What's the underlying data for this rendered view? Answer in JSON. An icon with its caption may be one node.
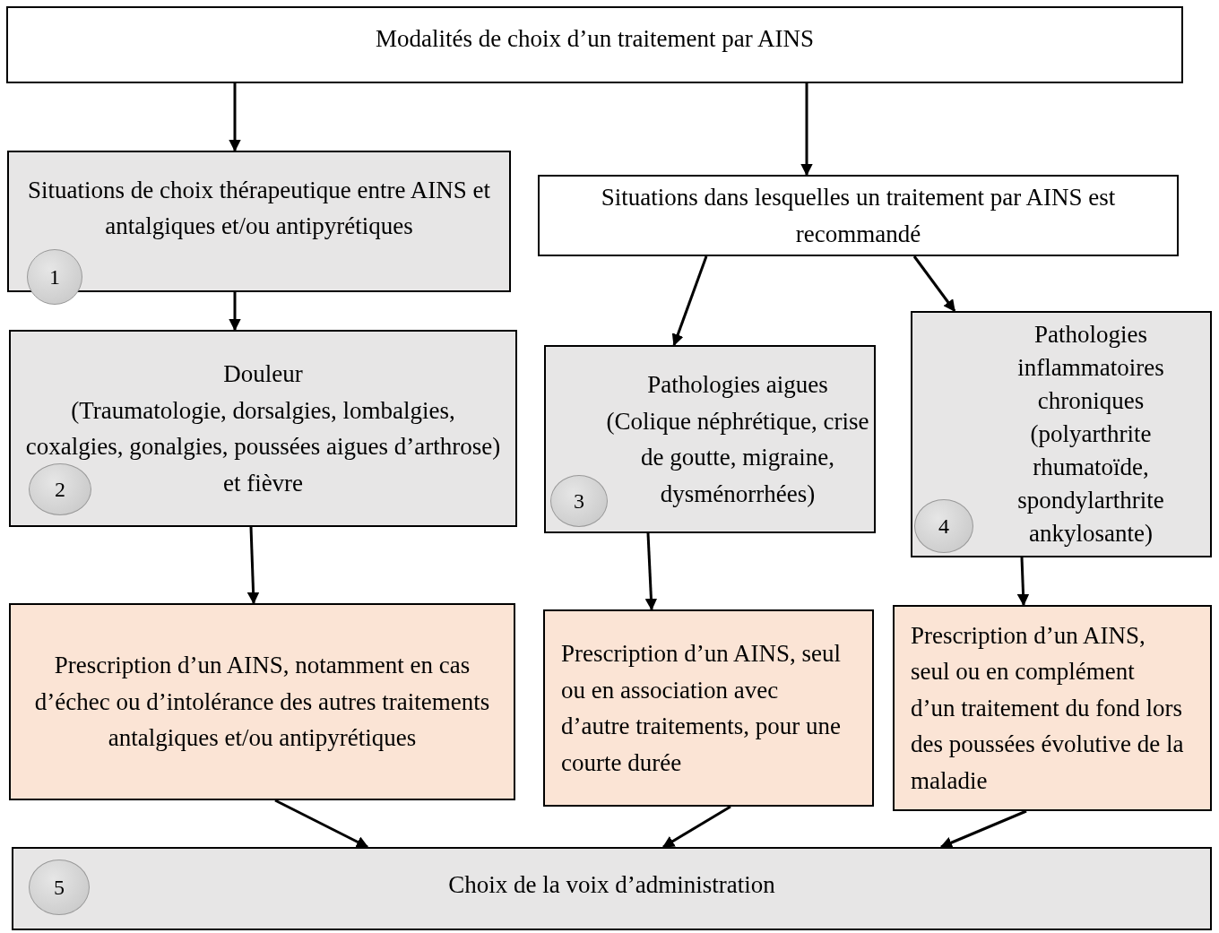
{
  "diagram": {
    "nodes": [
      {
        "text": [
          "Modalités de choix d’un traitement par AINS"
        ]
      },
      {
        "text": [
          "Situations de choix thérapeutique entre AINS et antalgiques et/ou antipyrétiques"
        ]
      },
      {
        "text": [
          "1"
        ]
      },
      {
        "text": [
          "Situations dans lesquelles un traitement par AINS est recommandé"
        ]
      },
      {
        "text": [
          "Douleur",
          "(Traumatologie, dorsalgies, lombalgies, coxalgies, gonalgies, poussées aigues d’arthrose)",
          "et fièvre"
        ]
      },
      {
        "text": [
          "2"
        ],
        "in": 4
      },
      {
        "text": [
          "Pathologies aigues",
          "(Colique néphrétique, crise de goutte, migraine, dysménorrhées)"
        ]
      },
      {
        "text": [
          "3"
        ],
        "in": 6
      },
      {
        "text": [
          "Pathologies inflammatoires chroniques",
          "(polyarthrite rhumatoïde, spondylarthrite ankylosante)"
        ]
      },
      {
        "text": [
          "4"
        ],
        "in": 8
      },
      {
        "text": [
          "Prescription d’un AINS, notamment en cas d’échec ou d’intolérance des autres traitements antalgiques et/ou antipyrétiques"
        ]
      },
      {
        "text": [
          "Prescription d’un AINS, seul ou en association avec d’autre traitements, pour une courte durée"
        ]
      },
      {
        "text": [
          "Prescription d’un AINS, seul ou en complément d’un traitement du fond lors des poussées évolutive de la maladie"
        ]
      },
      {
        "text": [
          "Choix de la voix d’administration"
        ]
      },
      {
        "text": [
          "5"
        ],
        "in": 13
      }
    ],
    "edges": [
      {
        "from": 0,
        "to": 1,
        "arrow": "to"
      },
      {
        "from": 0,
        "to": 3,
        "arrow": "to"
      },
      {
        "from": 1,
        "to": 4,
        "arrow": "to"
      },
      {
        "from": 3,
        "to": 6,
        "arrow": "to"
      },
      {
        "from": 3,
        "to": 8,
        "arrow": "to"
      },
      {
        "from": 4,
        "to": 10,
        "arrow": "to"
      },
      {
        "from": 6,
        "to": 11,
        "arrow": "to"
      },
      {
        "from": 8,
        "to": 12,
        "arrow": "to"
      },
      {
        "from": 10,
        "to": 13,
        "arrow": "to"
      },
      {
        "from": 11,
        "to": 13,
        "arrow": "to"
      },
      {
        "from": 12,
        "to": 13,
        "arrow": "to"
      }
    ]
  }
}
